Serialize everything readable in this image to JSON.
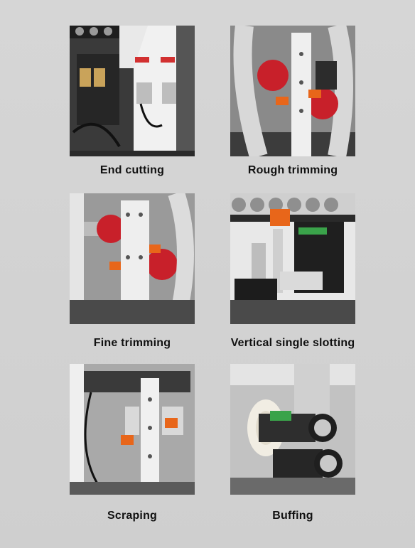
{
  "items": [
    {
      "caption": "End cutting"
    },
    {
      "caption": "Rough trimming"
    },
    {
      "caption": "Fine trimming"
    },
    {
      "caption": "Vertical single slotting"
    },
    {
      "caption": "Scraping"
    },
    {
      "caption": "Buffing"
    }
  ],
  "colors": {
    "background": "#d2d2d2",
    "machine_white": "#f2f2f2",
    "accent_red": "#c8202a",
    "accent_orange": "#e8661a",
    "metal_dark": "#2c2c2c"
  }
}
